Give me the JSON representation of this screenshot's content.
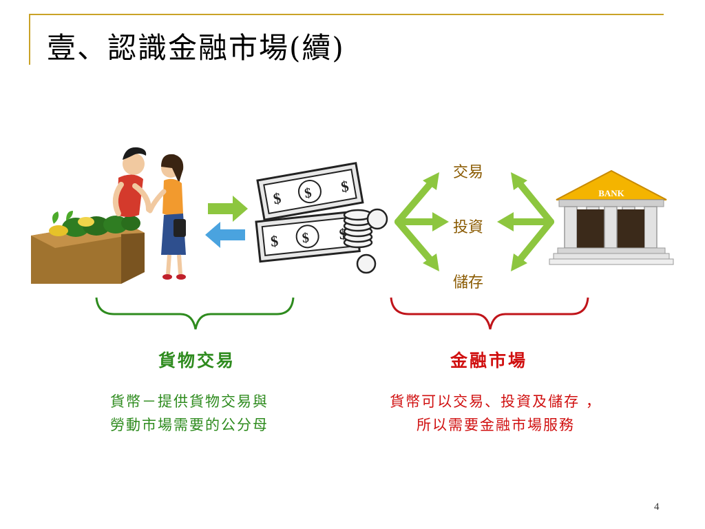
{
  "title": "壹、認識金融市場(續)",
  "center_options": [
    "交易",
    "投資",
    "儲存"
  ],
  "bank_sign": "BANK",
  "left_group": {
    "heading": "貨物交易",
    "lines": [
      "貨幣－提供貨物交易與",
      "勞動市場需要的公分母"
    ]
  },
  "right_group": {
    "heading": "金融市場",
    "lines": [
      "貨幣可以交易、投資及儲存 ，",
      "所以需要金融市場服務"
    ]
  },
  "page_number": "4",
  "colors": {
    "accent_rule": "#c9a227",
    "arrow_green": "#8dc63f",
    "arrow_blue": "#4aa3df",
    "left_text": "#2e8b1e",
    "right_text": "#d01010",
    "option_text": "#8a5a00"
  },
  "icons": [
    "market-vendor-illustration",
    "money-stack-icon",
    "bank-building-icon"
  ]
}
